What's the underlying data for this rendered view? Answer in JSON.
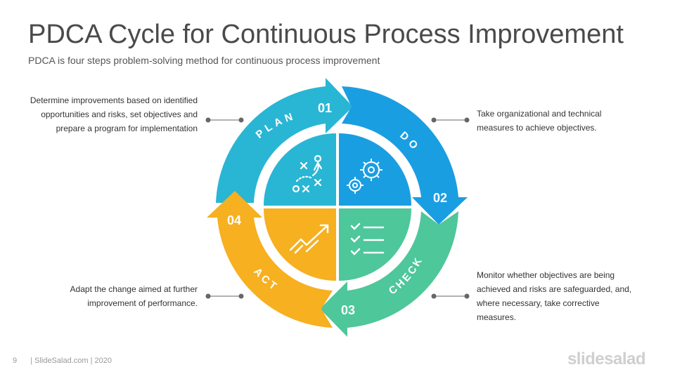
{
  "title": "PDCA Cycle for Continuous Process Improvement",
  "subtitle": "PDCA is four steps problem-solving method for continuous process improvement",
  "steps": [
    {
      "number": "01",
      "label": "PLAN",
      "color": "#29b6d4",
      "icon": "strategy-icon",
      "description": "Determine improvements based on identified opportunities and risks, set objectives and prepare a program for implementation"
    },
    {
      "number": "02",
      "label": "DO",
      "color": "#1a9ee2",
      "icon": "gears-icon",
      "description": "Take organizational and technical measures to achieve objectives."
    },
    {
      "number": "03",
      "label": "CHECK",
      "color": "#4ec79a",
      "icon": "checklist-icon",
      "description": "Monitor whether objectives are being achieved and risks are safeguarded, and, where necessary, take corrective measures."
    },
    {
      "number": "04",
      "label": "ACT",
      "color": "#f6b020",
      "icon": "growth-chart-icon",
      "description": "Adapt the change aimed at further improvement of performance."
    }
  ],
  "footer": {
    "page": "9",
    "text": "| SlideSalad.com | 2020"
  },
  "brand": "slidesalad"
}
